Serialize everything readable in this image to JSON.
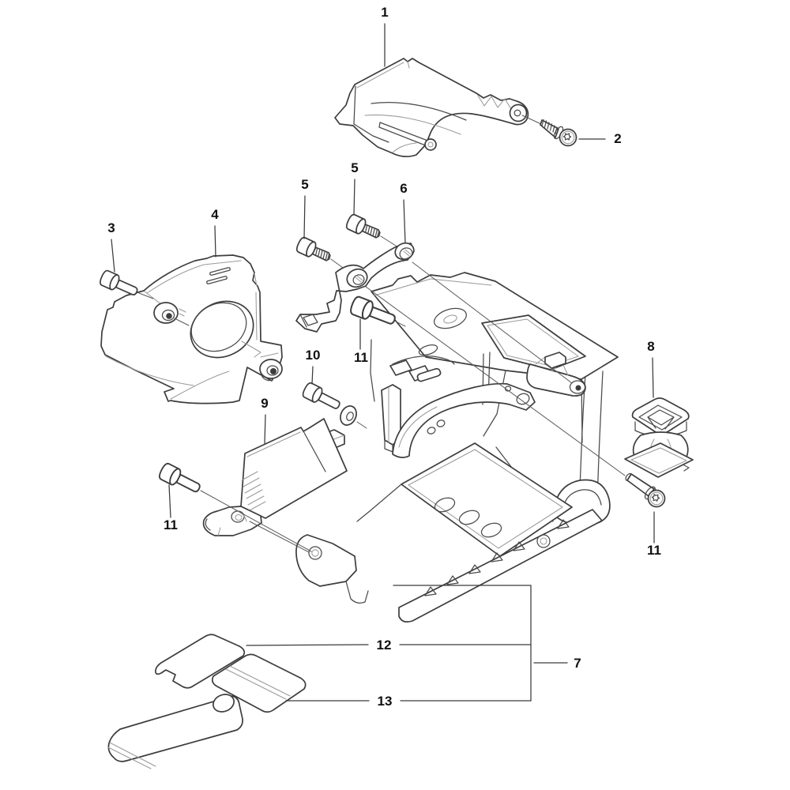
{
  "diagram": {
    "type": "exploded-parts-diagram",
    "subject": "engine crankcase housing assembly",
    "background_color": "#ffffff",
    "line_color": "#3d3d3d",
    "label_color": "#101010",
    "callouts": [
      {
        "ref": "1",
        "part": "top-cover"
      },
      {
        "ref": "2",
        "part": "torx-screw"
      },
      {
        "ref": "3",
        "part": "cap-screw"
      },
      {
        "ref": "4",
        "part": "side-shroud"
      },
      {
        "ref": "5",
        "part": "cap-screw"
      },
      {
        "ref": "5",
        "part": "cap-screw"
      },
      {
        "ref": "6",
        "part": "rubber-bushing"
      },
      {
        "ref": "7",
        "part": "crankcase-assembly"
      },
      {
        "ref": "8",
        "part": "intake-boot"
      },
      {
        "ref": "9",
        "part": "baffle-plate"
      },
      {
        "ref": "10",
        "part": "cap-screw"
      },
      {
        "ref": "11",
        "part": "screw"
      },
      {
        "ref": "11",
        "part": "screw"
      },
      {
        "ref": "11",
        "part": "torx-screw"
      },
      {
        "ref": "12",
        "part": "adhesive-pad"
      },
      {
        "ref": "13",
        "part": "adhesive-pad"
      }
    ]
  }
}
